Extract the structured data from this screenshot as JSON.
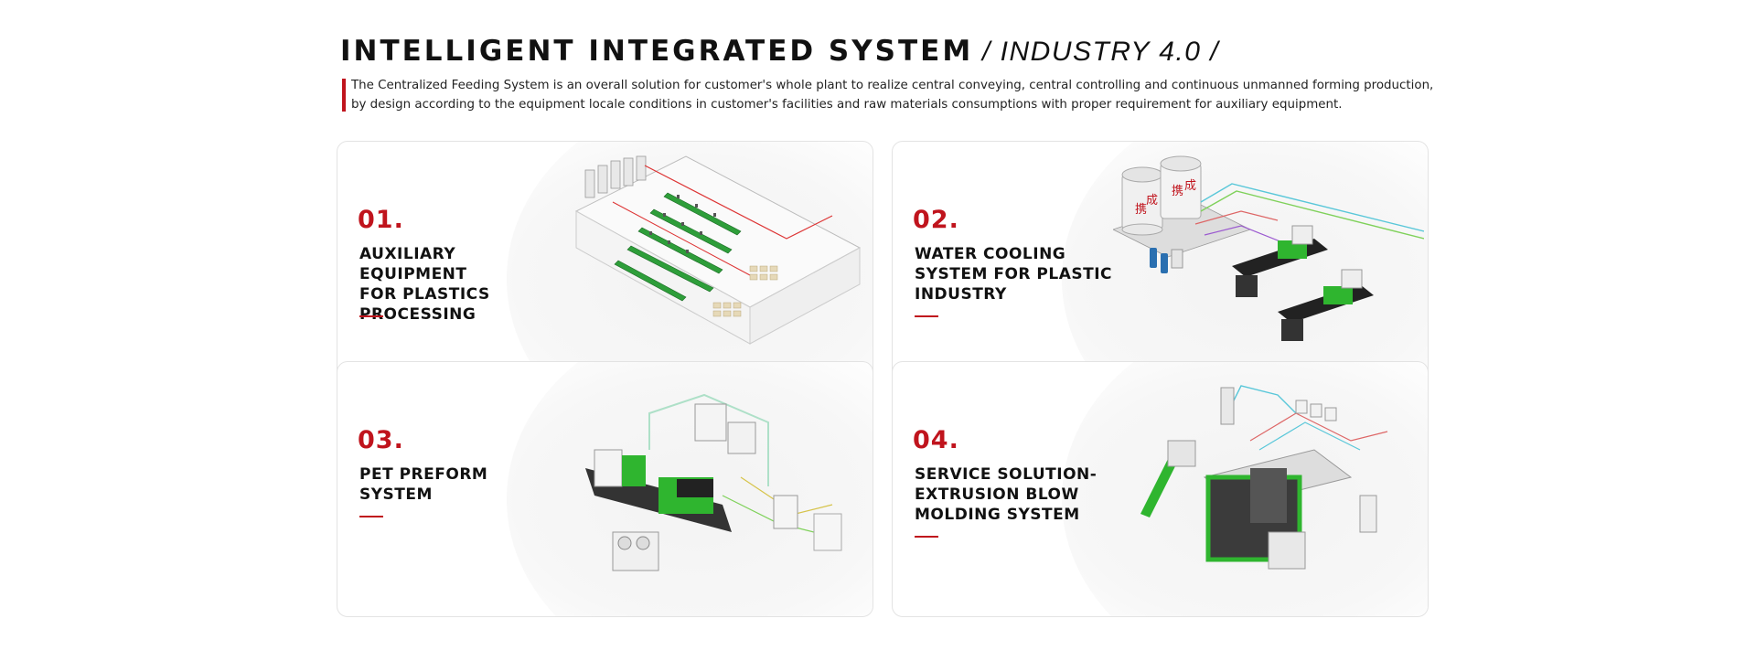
{
  "header": {
    "title_main": "INTELLIGENT INTEGRATED SYSTEM",
    "title_sub": " / INDUSTRY 4.0 /",
    "description_line1": "The Centralized Feeding System is an overall solution for customer's whole plant to realize central conveying, central controlling and continuous unmanned forming production,",
    "description_line2": "by design according to the equipment locale conditions in customer's facilities and raw materials consumptions with proper requirement for auxiliary equipment."
  },
  "cards": [
    {
      "number": "01.",
      "lines": [
        "AUXILIARY EQUIPMENT",
        "FOR PLASTICS",
        "PROCESSING"
      ],
      "image_icon": "factory-layout-illustration"
    },
    {
      "number": "02.",
      "lines": [
        "WATER COOLING",
        "SYSTEM FOR PLASTIC",
        "INDUSTRY"
      ],
      "tower_text": [
        "携",
        "成"
      ],
      "image_icon": "cooling-tower-illustration"
    },
    {
      "number": "03.",
      "lines": [
        "PET PREFORM",
        "SYSTEM"
      ],
      "image_icon": "injection-machine-illustration"
    },
    {
      "number": "04.",
      "lines": [
        "SERVICE SOLUTION-",
        "EXTRUSION BLOW",
        "MOLDING SYSTEM"
      ],
      "image_icon": "blow-molding-illustration"
    }
  ],
  "colors": {
    "accent": "#c0141d",
    "machine_green": "#2fb52f",
    "text": "#111111"
  }
}
